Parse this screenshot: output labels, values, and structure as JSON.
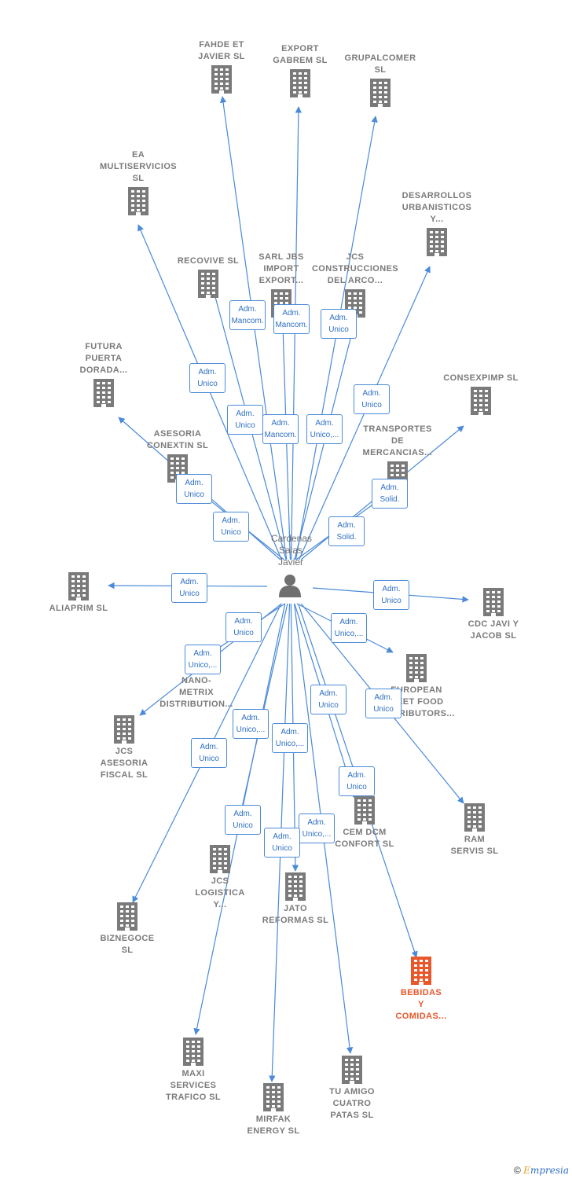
{
  "center": {
    "label": "Cardenas\nSalas\nJavier",
    "icon": "person-icon"
  },
  "nodes": [
    {
      "id": "fahde",
      "label": "FAHDE ET\nJAVIER  SL",
      "icon": "building-icon"
    },
    {
      "id": "export",
      "label": "EXPORT\nGABREM  SL",
      "icon": "building-icon"
    },
    {
      "id": "grupal",
      "label": "GRUPALCOMER\nSL",
      "icon": "building-icon"
    },
    {
      "id": "ea",
      "label": "EA\nMULTISERVICIOS\nSL",
      "icon": "building-icon"
    },
    {
      "id": "desarrollos",
      "label": "DESARROLLOS\nURBANISTICOS\nY...",
      "icon": "building-icon"
    },
    {
      "id": "recovive",
      "label": "RECOVIVE  SL",
      "icon": "building-icon"
    },
    {
      "id": "sarl",
      "label": "SARL JBS\nIMPORT\nEXPORT...",
      "icon": "building-icon"
    },
    {
      "id": "jcs_constr",
      "label": "JCS\nCONSTRUCCIONES\nDEL ARCO...",
      "icon": "building-icon"
    },
    {
      "id": "futura",
      "label": "FUTURA\nPUERTA\nDORADA...",
      "icon": "building-icon"
    },
    {
      "id": "consexpimp",
      "label": "CONSEXPIMP SL",
      "icon": "building-icon"
    },
    {
      "id": "asesoria_conextin",
      "label": "ASESORIA\nCONEXTIN  SL",
      "icon": "building-icon"
    },
    {
      "id": "transportes",
      "label": "TRANSPORTES\nDE\nMERCANCIAS...",
      "icon": "building-icon"
    },
    {
      "id": "aliaprim",
      "label": "ALIAPRIM  SL",
      "icon": "building-icon"
    },
    {
      "id": "cdc",
      "label": "CDC JAVI Y\nJACOB  SL",
      "icon": "building-icon"
    },
    {
      "id": "nano",
      "label": "NANO-\nMETRIX\nDISTRIBUTION...",
      "icon": "building-icon"
    },
    {
      "id": "european",
      "label": "EUROPEAN\nMEET FOOD\nDISTRIBUTORS...",
      "icon": "building-icon"
    },
    {
      "id": "jcs_asesoria",
      "label": "JCS\nASESORIA\nFISCAL  SL",
      "icon": "building-icon"
    },
    {
      "id": "ram",
      "label": "RAM\nSERVIS  SL",
      "icon": "building-icon"
    },
    {
      "id": "cem",
      "label": "CEM DCM\nCONFORT  SL",
      "icon": "building-icon"
    },
    {
      "id": "jcs_logistica",
      "label": "JCS\nLOGISTICA\nY...",
      "icon": "building-icon"
    },
    {
      "id": "jato",
      "label": "JATO\nREFORMAS  SL",
      "icon": "building-icon"
    },
    {
      "id": "biznegoce",
      "label": "BIZNEGOCE\nSL",
      "icon": "building-icon"
    },
    {
      "id": "bebidas",
      "label": "BEBIDAS\nY\nCOMIDAS...",
      "icon": "building-icon",
      "focus": true
    },
    {
      "id": "maxi",
      "label": "MAXI\nSERVICES\nTRAFICO  SL",
      "icon": "building-icon"
    },
    {
      "id": "tuamigo",
      "label": "TU AMIGO\nCUATRO\nPATAS  SL",
      "icon": "building-icon"
    },
    {
      "id": "mirfak",
      "label": "MIRFAK\nENERGY  SL",
      "icon": "building-icon"
    }
  ],
  "edges": [
    {
      "to": "fahde",
      "label": "Adm.\nMancom."
    },
    {
      "to": "export",
      "label": "Adm.\nMancom."
    },
    {
      "to": "grupal",
      "label": "Adm.\nUnico"
    },
    {
      "to": "ea",
      "label": "Adm.\nUnico"
    },
    {
      "to": "desarrollos",
      "label": "Adm.\nUnico"
    },
    {
      "to": "recovive",
      "label": "Adm.\nUnico"
    },
    {
      "to": "sarl",
      "label": "Adm.\nMancom."
    },
    {
      "to": "jcs_constr",
      "label": "Adm.\nUnico,..."
    },
    {
      "to": "futura",
      "label": "Adm.\nUnico"
    },
    {
      "to": "asesoria_conextin",
      "label": "Adm.\nUnico"
    },
    {
      "to": "consexpimp",
      "label": "Adm.\nSolid."
    },
    {
      "to": "transportes",
      "label": "Adm.\nSolid."
    },
    {
      "to": "aliaprim",
      "label": "Adm.\nUnico"
    },
    {
      "to": "cdc",
      "label": "Adm.\nUnico"
    },
    {
      "to": "nano",
      "label": "Adm.\nUnico"
    },
    {
      "to": "european",
      "label": "Adm.\nUnico,..."
    },
    {
      "to": "jcs_asesoria",
      "label": "Adm.\nUnico,..."
    },
    {
      "to": "ram",
      "label": "Adm.\nUnico"
    },
    {
      "to": "cem",
      "label": "Adm.\nUnico"
    },
    {
      "to": "jcs_logistica",
      "label": "Adm.\nUnico,..."
    },
    {
      "to": "jato",
      "label": "Adm.\nUnico,..."
    },
    {
      "to": "biznegoce",
      "label": "Adm.\nUnico"
    },
    {
      "to": "bebidas",
      "label": "Adm.\nUnico"
    },
    {
      "to": "maxi",
      "label": "Adm.\nUnico"
    },
    {
      "to": "tuamigo",
      "label": "Adm.\nUnico,..."
    },
    {
      "to": "mirfak",
      "label": "Adm.\nUnico"
    }
  ],
  "colors": {
    "edge": "#4a8ad8",
    "building": "#7a7a7a",
    "focus": "#e8562a",
    "person": "#707070"
  },
  "footer": {
    "copyright": "©",
    "brand_initial": "E",
    "brand_rest": "mpresia"
  }
}
